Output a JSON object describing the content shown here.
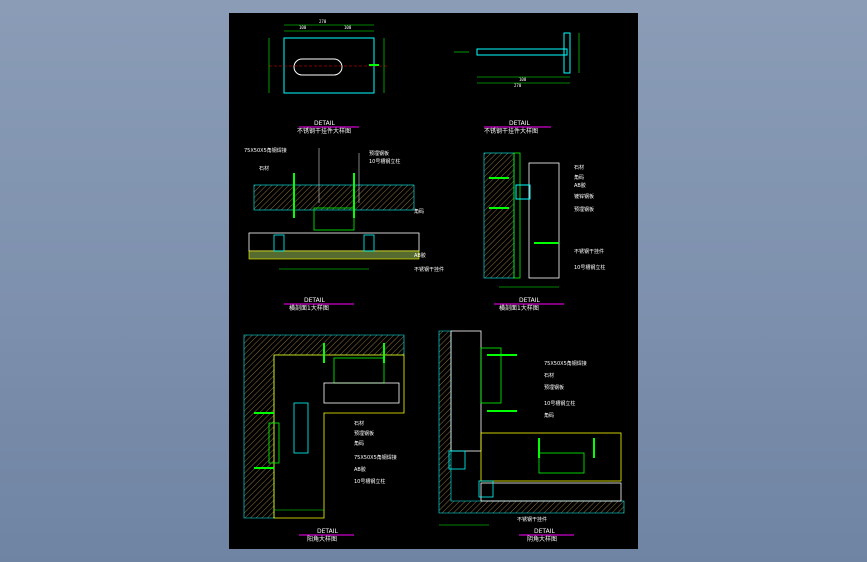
{
  "colors": {
    "background": "#7d90ad",
    "canvas": "#000000",
    "green": "#00ff00",
    "cyan": "#00ffff",
    "yellow": "#ffff00",
    "magenta": "#ff00ff",
    "white": "#ffffff",
    "hatch": "#8b6f3c"
  },
  "details": [
    {
      "heading": "DETAIL",
      "caption": "不锈钢干挂件大样图"
    },
    {
      "heading": "DETAIL",
      "caption": "不锈钢干挂件大样图"
    },
    {
      "heading": "DETAIL",
      "caption": "横剖面1大样图"
    },
    {
      "heading": "DETAIL",
      "caption": "横剖面1大样图"
    },
    {
      "heading": "DETAIL",
      "caption": "阳角大样图"
    },
    {
      "heading": "DETAIL",
      "caption": "阴角大样图"
    }
  ],
  "labels": {
    "d3": [
      "75X50X5角钢焊接",
      "石材",
      "预埋钢板",
      "10号槽钢立柱",
      "角码",
      "不锈钢干挂件",
      "AB胶"
    ],
    "d4": [
      "石材",
      "角码",
      "AB胶",
      "镀锌钢板",
      "预埋钢板",
      "不锈钢干挂件",
      "10号槽钢立柱"
    ],
    "d5": [
      "75X50X5角钢焊接",
      "石材",
      "预埋钢板",
      "10号槽钢立柱",
      "角码",
      "AB胶"
    ],
    "d6": [
      "75X50X5角钢焊接",
      "石材",
      "预埋钢板",
      "10号槽钢立柱",
      "角码",
      "不锈钢干挂件"
    ]
  }
}
